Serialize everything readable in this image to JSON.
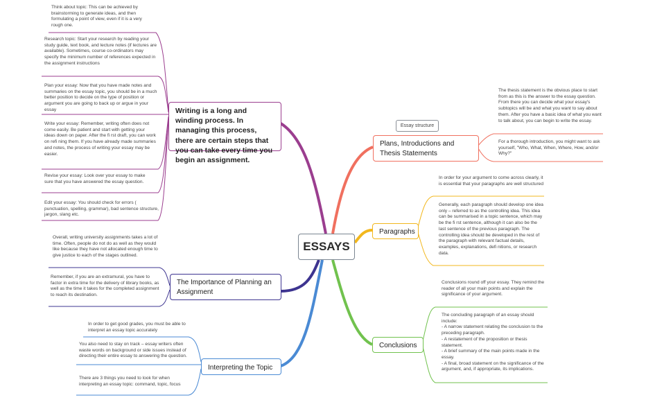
{
  "central": {
    "label": "ESSAYS"
  },
  "colors": {
    "writing": "#9b3e8f",
    "planning": "#3d3490",
    "interpreting": "#4a8ad4",
    "plans": "#f0705f",
    "paragraphs": "#f2b71d",
    "conclusions": "#71c24e"
  },
  "branches": {
    "writing": {
      "label": "Writing is a long and winding process. In managing this process, there are certain steps that you can take every time you begin an assignment.",
      "notes": [
        "Think about topic: This can be achieved by brainstorming to generate ideas, and then formulating a point of view, even if it is a very rough one.",
        "Research topic: Start your research by reading your study guide, text book, and lecture notes (if lectures are available). Sometimes, course co-ordinators may specify the minimum number of references expected in the assignment instructions",
        "Plan your essay: Now that you have made notes and summaries on the essay topic, you should be in a much better position to decide on the type of position or argument you are going to back up or argue in your essay",
        "Write your essay: Remember, writing often does not come easily. Be patient and start with getting your ideas down on paper. After the fi rst draft, you can work on refi ning them. If you have already made summaries and notes, the process of writing your essay may be easier.",
        "Revise your essay: Look over your essay to make sure that you have answered the essay question.",
        "Edit your essay: You should check for errors ( punctuation, spelling, grammar), bad sentence structure, jargon, slang etc."
      ]
    },
    "planning": {
      "label": "The Importance of Planning an Assignment",
      "notes": [
        "Overall, writing university assignments takes a lot of time. Often, people do not do as well as they would like because they have not allocated enough time to give justice to each of the stages outlined.",
        "Remember, if you are an extramural, you have to factor in extra time for the delivery of library books, as well as the time it takes for the completed assignment to reach its destination."
      ]
    },
    "interpreting": {
      "label": "Interpreting the Topic",
      "notes": [
        "In order to get good grades, you must be able to interpret an essay topic accurately",
        "You also need to stay on track – essay writers often waste words on background or side issues instead of directing their entire essay to answering the question.",
        "There are 3 things you need to look for when interpreting an essay topic: command, topic, focus"
      ]
    },
    "plans": {
      "label": "Plans, Introductions and Thesis Statements",
      "tag": "Essay structure",
      "notes": [
        "The thesis statement is the obvious place to start from as this is the answer to the essay question. From there you can decide what your essay's subtopics will be and what you want to say about them. After you have a basic idea of what you want to talk about, you can begin to write the essay.",
        "For a thorough introduction, you might want to ask yourself, \"Who, What, When, Where, How, and/or Why?\""
      ]
    },
    "paragraphs": {
      "label": "Paragraphs",
      "notes": [
        "In order for your argument to come across clearly, it is essential that your paragraphs are well structured",
        "Generally, each paragraph should develop one idea only – referred to as the controlling idea. This idea can be summarised in a topic sentence, which may be the fi rst sentence, although it can also be the last sentence of the previous paragraph. The controlling idea should be developed in the rest of the paragraph with relevant factual details, examples, explanations, defi nitions, or research data."
      ]
    },
    "conclusions": {
      "label": "Conclusions",
      "notes": [
        "Conclusions round off your essay. They remind the reader of all your main points and explain the significance of your argument.",
        "The concluding paragraph of an essay should include:\n- A narrow statement relating the conclusion to the preceding paragraph.\n- A restatement of the proposition or thesis statement.\n- A brief summary of the main points made in the essay.\n- A final, broad statement on the significance of the argument, and, if appropriate, its implications."
      ]
    }
  }
}
